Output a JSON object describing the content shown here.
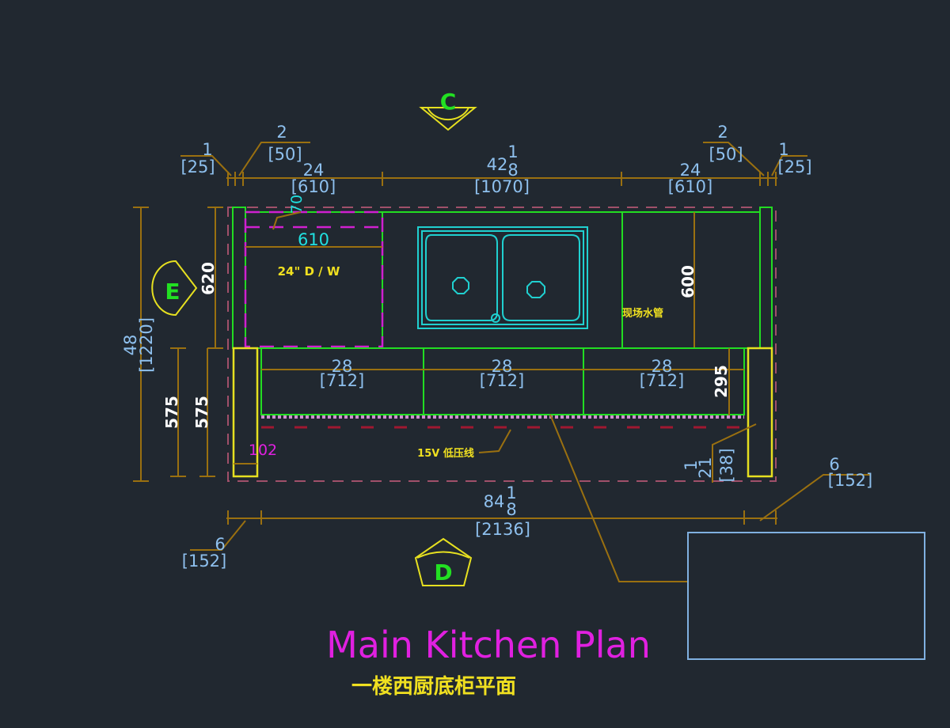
{
  "drawing": {
    "title": "Main Kitchen Plan",
    "subtitle": "一楼西厨底柜平面",
    "markers": {
      "c": "C",
      "d": "D",
      "e": "E"
    },
    "top_dims": {
      "left_small": {
        "in": "1",
        "mm": "[25]"
      },
      "left_gap": {
        "in": "2",
        "mm": "[50]"
      },
      "left_cab": {
        "in": "24",
        "mm": "[610]"
      },
      "sink_cab": {
        "in": "42",
        "frac_n": "1",
        "frac_d": "8",
        "mm": "[1070]"
      },
      "right_cab": {
        "in": "24",
        "mm": "[610]"
      },
      "right_gap": {
        "in": "2",
        "mm": "[50]"
      },
      "right_small": {
        "in": "1",
        "mm": "[25]"
      }
    },
    "inner_dims": {
      "dw_width": "610",
      "dw_offset": "70",
      "depth_620": "620",
      "depth_600": "600",
      "lower_575_a": "575",
      "lower_575_b": "575",
      "depth_295": "295",
      "leg_102": "102",
      "drawer_1": {
        "in": "28",
        "mm": "[712]"
      },
      "drawer_2": {
        "in": "28",
        "mm": "[712]"
      },
      "drawer_3": {
        "in": "28",
        "mm": "[712]"
      },
      "right_offset": {
        "in": "1",
        "frac_n": "1",
        "frac_d": "2",
        "mm": "[38]"
      }
    },
    "side_dims": {
      "total_depth": {
        "in": "48",
        "mm": "[1220]"
      }
    },
    "bottom_dims": {
      "total": {
        "in": "84",
        "frac_n": "1",
        "frac_d": "8",
        "mm": "[2136]"
      },
      "left_end": {
        "in": "6",
        "mm": "[152]"
      },
      "right_end": {
        "in": "6",
        "mm": "[152]"
      }
    },
    "notes": {
      "dishwasher": "24\" D / W",
      "water_pipe": "现场水管",
      "low_voltage": "15V 低压线"
    }
  }
}
